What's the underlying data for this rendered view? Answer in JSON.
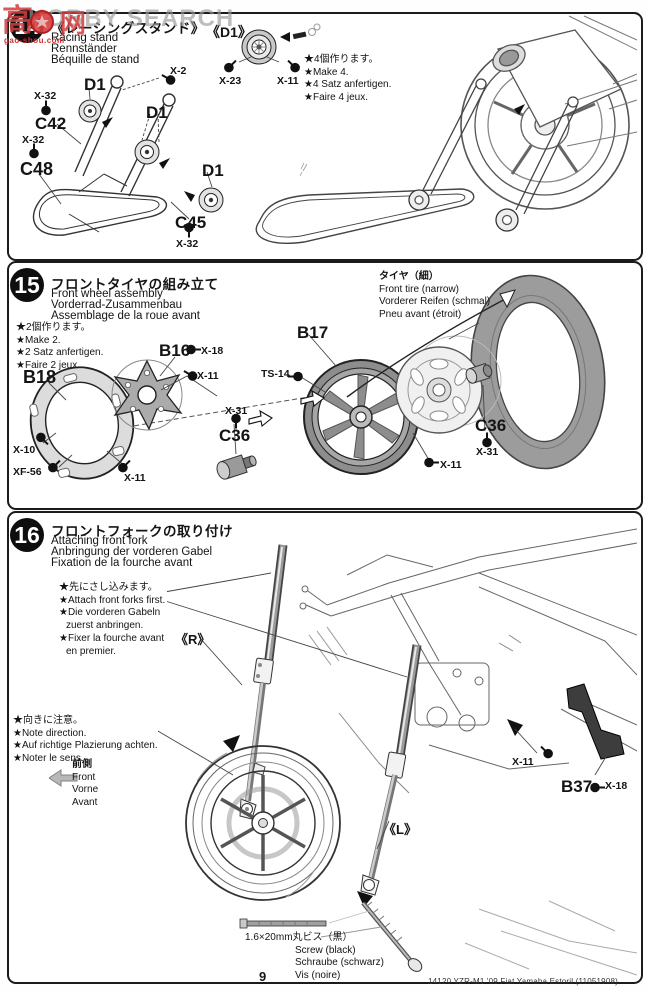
{
  "watermark": {
    "cn_left": "高",
    "cn_right": "网",
    "en": "HOBBY SEARCH",
    "sub": "gao-shou.com"
  },
  "parts": {
    "d1": "D1",
    "d1_callout": "《D1》",
    "x2": "X-2",
    "x23": "X-23",
    "x32": "X-32",
    "x11": "X-11",
    "x18": "X-18",
    "x10": "X-10",
    "x31": "X-31",
    "xf56": "XF-56",
    "ts14": "TS-14",
    "c42": "C42",
    "c45": "C45",
    "c48": "C48",
    "c36": "C36",
    "b16": "B16",
    "b17": "B17",
    "b18": "B18",
    "b37": "B37"
  },
  "step14": {
    "number": "14",
    "title_ja": "《レーシングスタンド》",
    "title_en": "Racing stand",
    "title_de": "Rennständer",
    "title_fr": "Béquille de stand",
    "notes": [
      "★4個作ります。",
      "★Make 4.",
      "★4 Satz anfertigen.",
      "★Faire 4 jeux."
    ]
  },
  "step15": {
    "number": "15",
    "title_ja": "フロントタイヤの組み立て",
    "title_en": "Front wheel assembly",
    "title_de": "Vorderrad-Zusammenbau",
    "title_fr": "Assemblage de la roue avant",
    "notes": [
      "★2個作ります。",
      "★Make 2.",
      "★2 Satz anfertigen.",
      "★Faire 2 jeux."
    ],
    "tire_note": [
      "タイヤ（細）",
      "Front tire (narrow)",
      "Vorderer Reifen (schmal)",
      "Pneu avant (étroit)"
    ]
  },
  "step16": {
    "number": "16",
    "title_ja": "フロントフォークの取り付け",
    "title_en": "Attaching front fork",
    "title_de": "Anbringung der vorderen Gabel",
    "title_fr": "Fixation de la fourche avant",
    "insert_notes": [
      "★先にさし込みます。",
      "★Attach front forks first.",
      "★Die vorderen Gabeln",
      "zuerst anbringen.",
      "★Fixer la fourche avant",
      "en premier."
    ],
    "direction_notes": [
      "★向きに注意。",
      "★Note direction.",
      "★Auf richtige Plazierung achten.",
      "★Noter le sens."
    ],
    "front_labels": [
      "前側",
      "Front",
      "Vorne",
      "Avant"
    ],
    "r_label": "《R》",
    "l_label": "《L》",
    "screw_notes": [
      "1.6×20mm丸ビス（黒）",
      "Screw (black)",
      "Schraube (schwarz)",
      "Vis (noire)"
    ]
  },
  "footer": {
    "page": "9",
    "kit_code": "14120 YZR-M1 '09 Fiat Yamaha Estoril (11051908)"
  },
  "colors": {
    "ink": "#1a1a1a",
    "part_gray": "#8d8d8d",
    "tire_gray": "#9c9c9c",
    "watermark_red": "#d43c3c",
    "watermark_gray": "#9a9a9a"
  }
}
